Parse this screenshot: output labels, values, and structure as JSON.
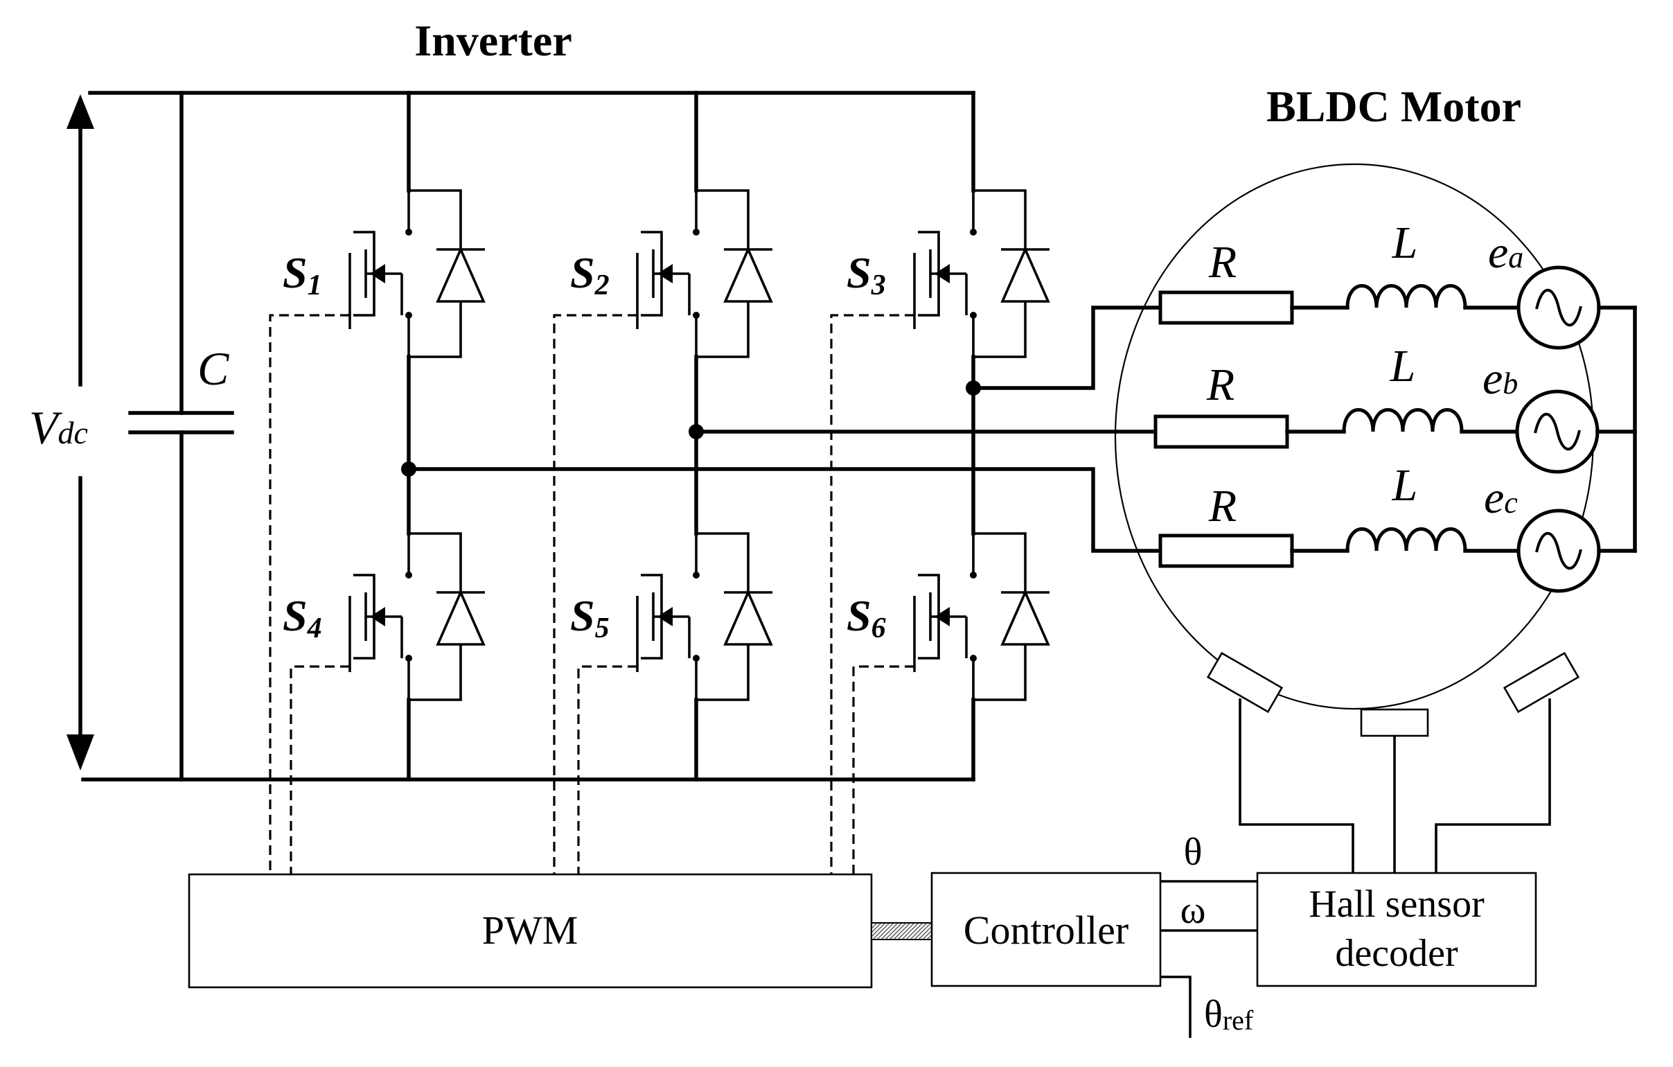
{
  "titles": {
    "inverter": "Inverter",
    "motor": "BLDC Motor"
  },
  "dc_link": {
    "voltage_main": "V",
    "voltage_sub": "dc",
    "capacitor": "C"
  },
  "switches": [
    {
      "main": "S",
      "sub": "1"
    },
    {
      "main": "S",
      "sub": "2"
    },
    {
      "main": "S",
      "sub": "3"
    },
    {
      "main": "S",
      "sub": "4"
    },
    {
      "main": "S",
      "sub": "5"
    },
    {
      "main": "S",
      "sub": "6"
    }
  ],
  "motor_phases": [
    {
      "resistor": "R",
      "inductor": "L",
      "emf_main": "e",
      "emf_sub": "a"
    },
    {
      "resistor": "R",
      "inductor": "L",
      "emf_main": "e",
      "emf_sub": "b"
    },
    {
      "resistor": "R",
      "inductor": "L",
      "emf_main": "e",
      "emf_sub": "c"
    }
  ],
  "blocks": {
    "pwm": "PWM",
    "controller": "Controller",
    "hall_line1": "Hall sensor",
    "hall_line2": "decoder"
  },
  "signals": {
    "theta": "θ",
    "omega": "ω",
    "theta_ref_main": "θ",
    "theta_ref_sub": "ref"
  },
  "icons": {
    "switch": "mosfet-icon",
    "diode": "diode-icon",
    "source": "ac-source-icon",
    "sensor": "hall-sensor-icon"
  }
}
